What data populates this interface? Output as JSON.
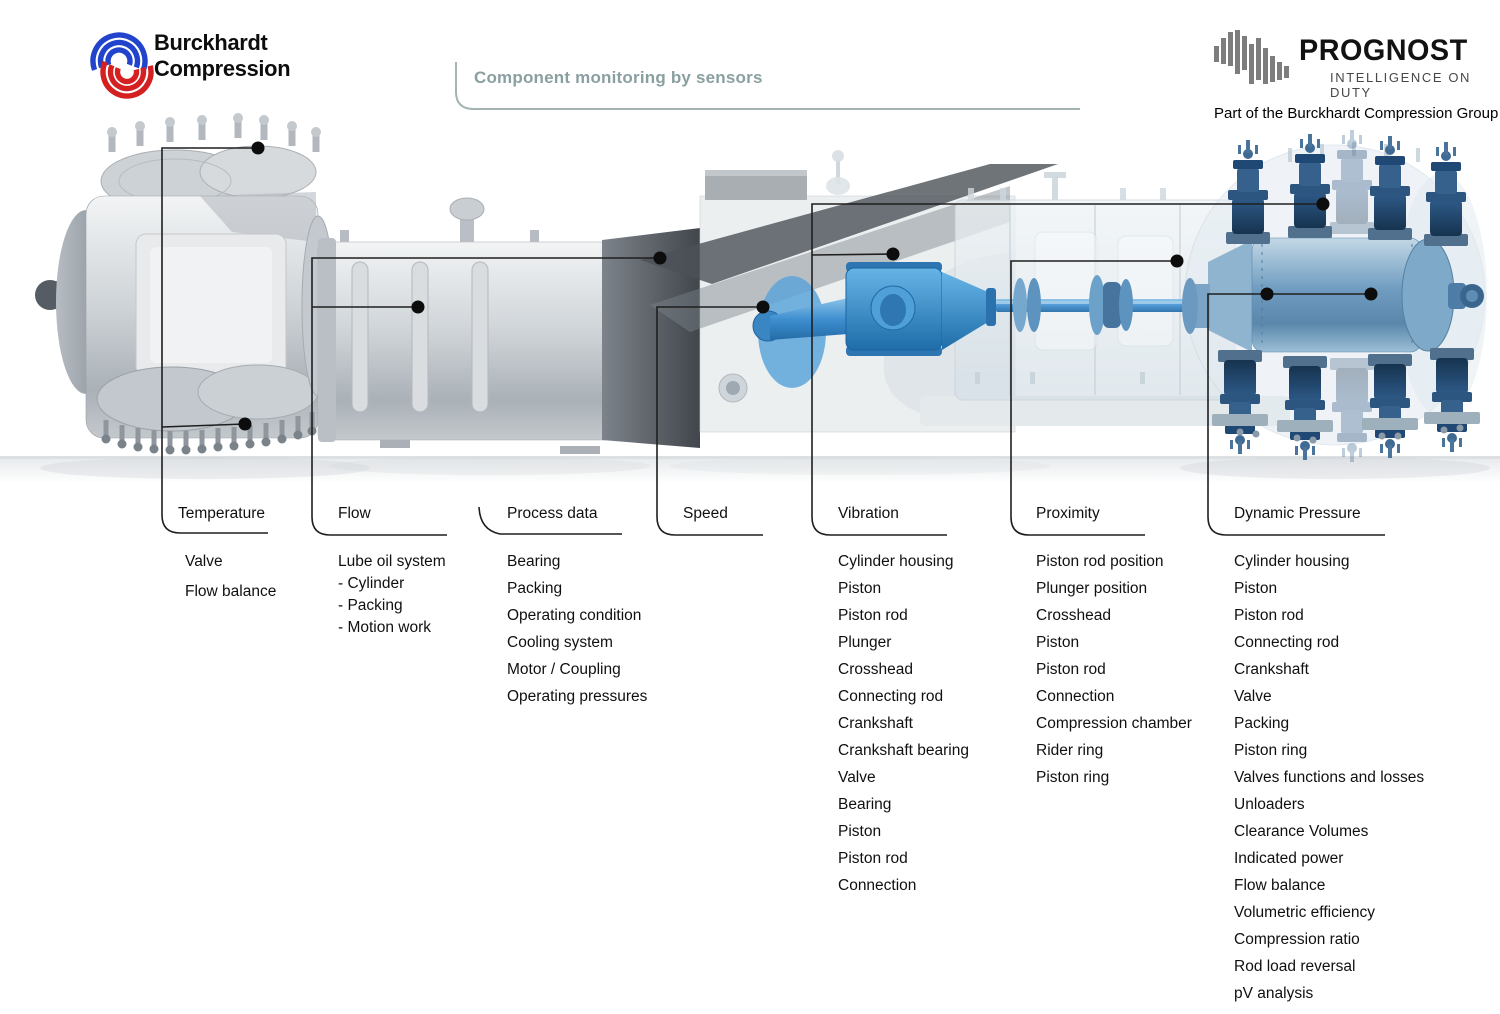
{
  "branding": {
    "burckhardt": {
      "line1": "Burckhardt",
      "line2": "Compression"
    },
    "prognost": {
      "name": "PROGNOST",
      "tagline": "INTELLIGENCE ON DUTY",
      "subtitle": "Part of the Burckhardt Compression Group"
    }
  },
  "header": {
    "title": "Component monitoring by sensors"
  },
  "columns": [
    {
      "id": "temperature",
      "label": "Temperature",
      "items": [
        "Valve",
        "Flow balance"
      ]
    },
    {
      "id": "flow",
      "label": "Flow",
      "items": [
        "Lube oil system",
        "- Cylinder",
        "- Packing",
        "- Motion work"
      ]
    },
    {
      "id": "process-data",
      "label": "Process data",
      "items": [
        "Bearing",
        "Packing",
        "Operating condition",
        "Cooling system",
        "Motor / Coupling",
        "Operating pressures"
      ]
    },
    {
      "id": "speed",
      "label": "Speed",
      "items": []
    },
    {
      "id": "vibration",
      "label": "Vibration",
      "items": [
        "Cylinder housing",
        "Piston",
        "Piston rod",
        "Plunger",
        "Crosshead",
        "Connecting rod",
        "Crankshaft",
        "Crankshaft bearing",
        "Valve",
        "Bearing",
        "Piston",
        "Piston rod",
        "Connection"
      ]
    },
    {
      "id": "proximity",
      "label": "Proximity",
      "items": [
        "Piston rod position",
        "Plunger position",
        "Crosshead",
        "Piston",
        "Piston rod",
        "Connection",
        "Compression chamber",
        "Rider ring",
        "Piston ring"
      ]
    },
    {
      "id": "dynamic-pressure",
      "label": "Dynamic Pressure",
      "items": [
        "Cylinder housing",
        "Piston",
        "Piston rod",
        "Connecting rod",
        "Crankshaft",
        "Valve",
        "Packing",
        "Piston ring",
        "Valves functions and losses",
        "Unloaders",
        "Clearance Volumes",
        "Indicated power",
        "Flow balance",
        "Volumetric efficiency",
        "Compression ratio",
        "Rod load reversal",
        "pV analysis"
      ]
    }
  ],
  "colors": {
    "header_teal": "#8a9fa0",
    "bracket_line": "#a3b4b2",
    "callout_line": "#1f1f1f",
    "sensor_dot": "#0d0d0d",
    "logo_blue": "#2244cc",
    "logo_red": "#d42020",
    "machine_blue": "#3f8fd0",
    "machine_navy": "#24476d",
    "machine_gray": "#c7ccd1"
  }
}
